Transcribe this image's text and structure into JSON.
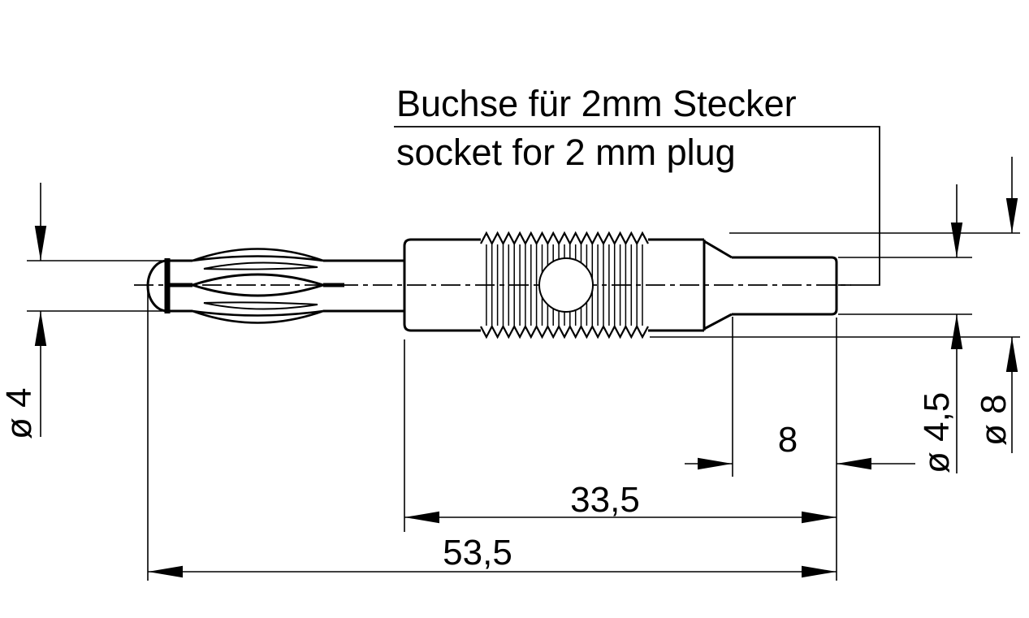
{
  "drawing": {
    "title_de": "Buchse für 2mm Stecker",
    "title_en": "socket for 2 mm plug",
    "dims": {
      "pin_dia": "ø 4",
      "sleeve_dia": "ø 4,5",
      "thread_dia": "ø 8",
      "sleeve_len": "8",
      "body_len": "33,5",
      "total_len": "53,5"
    },
    "colors": {
      "line": "#000000",
      "background": "#ffffff"
    }
  }
}
